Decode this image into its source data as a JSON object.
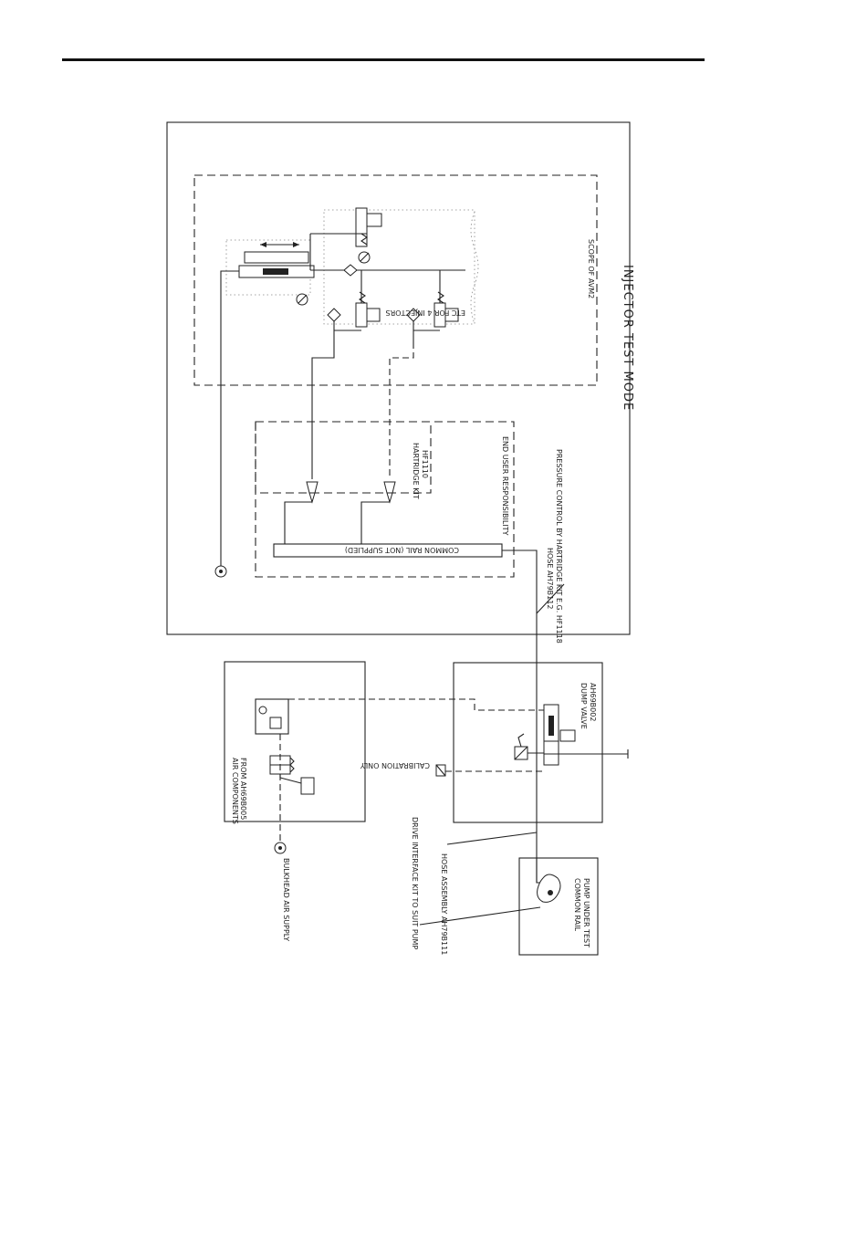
{
  "labels": {
    "injector_test_mode": "INJECTOR TEST MODE",
    "scope": "SCOPE OF AVM2",
    "etc_injectors": "ETC FOR 4 INJECTORS",
    "hartridge_kit": "HARTRIDGE KIT",
    "hartridge_kit_code": "HF1110",
    "end_user": "END USER RESPONSIBILITY",
    "common_rail_not_supplied": "COMMON RAIL (NOT SUPPLIED)",
    "hose_code_1": "HOSE AH79B112",
    "pressure_control": "PRESSURE CONTROL BY HARTRIDGE KIT E.G. HF1118",
    "dump_valve": "DUMP VALVE",
    "dump_valve_code": "AH69B002",
    "calibration_only": "CALIBRATION ONLY",
    "air_components": "AIR COMPONENTS",
    "air_components_from": "FROM AH69B005",
    "bulkhead_air_supply": "BULKHEAD AIR SUPPLY",
    "drive_interface": "DRIVE INTERFACE KIT TO SUIT PUMP",
    "hose_assembly": "HOSE ASSEMBLY AH79B111",
    "common_rail": "COMMON RAIL",
    "pump_under_test": "PUMP UNDER TEST"
  }
}
